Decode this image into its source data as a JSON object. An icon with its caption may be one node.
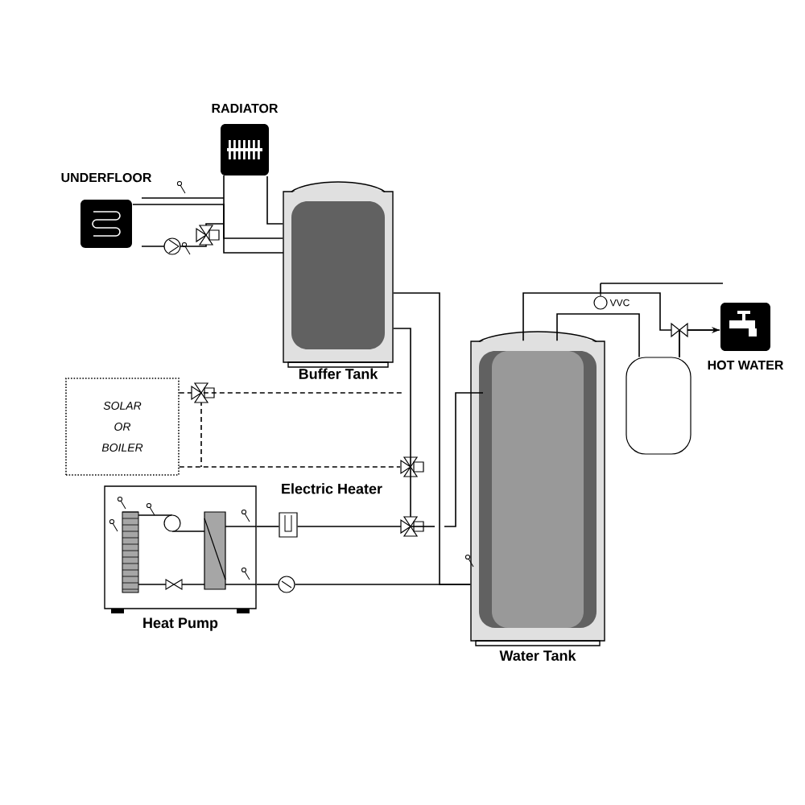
{
  "diagram": {
    "nodes": [
      {
        "text": [
          "RADIATOR"
        ]
      },
      {
        "text": [
          "UNDERFLOOR"
        ]
      },
      {
        "text": [
          "Buffer Tank"
        ]
      },
      {
        "text": [
          "Water Tank"
        ]
      },
      {
        "text": [],
        "shape": "cylinder"
      },
      {
        "text": [
          "HOT WATER"
        ]
      },
      {
        "text": [
          "SOLAR OR BOILER"
        ]
      },
      {
        "text": [
          "Heat Pump"
        ]
      },
      {
        "text": [
          "Electric Heater"
        ]
      },
      {
        "text": [],
        "shape": "circle"
      },
      {
        "text": [],
        "shape": "valve"
      }
    ],
    "edges": [
      {
        "from": 0,
        "to": 2,
        "arrow": "none"
      },
      {
        "from": 1,
        "to": 2,
        "arrow": "none"
      },
      {
        "from": 2,
        "to": 8,
        "arrow": "none"
      },
      {
        "from": 8,
        "to": 7,
        "arrow": "none"
      },
      {
        "from": 7,
        "to": 9,
        "arrow": "none"
      },
      {
        "from": 6,
        "to": null,
        "arrow": "none",
        "style": "dashed"
      },
      {
        "from": 6,
        "to": 10,
        "arrow": "none",
        "style": "dashed"
      },
      {
        "from": 3,
        "to": 4,
        "arrow": "none"
      },
      {
        "from": 3,
        "to": 5,
        "arrow": "to"
      },
      {
        "from": 9,
        "to": 3,
        "arrow": "none"
      },
      {
        "from": 2,
        "to": 3,
        "arrow": "none"
      },
      {
        "from": 4,
        "to": 5,
        "arrow": "none"
      }
    ],
    "labels": [
      "VVC"
    ]
  }
}
